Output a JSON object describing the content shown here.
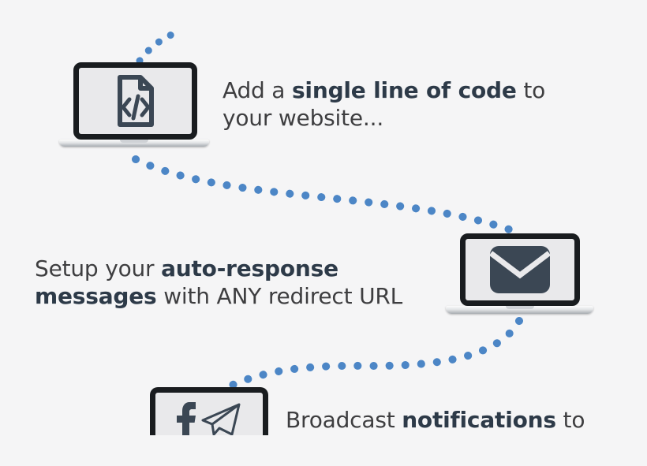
{
  "captions": {
    "step1": {
      "pre": "Add a ",
      "bold": "single line of code",
      "post": " to",
      "line2": "your website..."
    },
    "step2": {
      "pre": "Setup your ",
      "bold": "auto-response",
      "line2_bold": "messages",
      "line2_mid": " with ",
      "line2_caps": "ANY",
      "line2_post": " redirect URL"
    },
    "step3": {
      "pre": "Broadcast ",
      "bold": "notifications",
      "post": " to"
    }
  },
  "icons": {
    "step1": "code-file-icon",
    "step2": "envelope-icon",
    "step3_left": "facebook-icon",
    "step3_right": "telegram-send-icon"
  },
  "colors": {
    "background": "#f5f5f6",
    "dot_blue": "#4c86c6",
    "icon_slate": "#3b4754",
    "bold_text": "#2d3a48",
    "body_text": "#3e3e40",
    "laptop_frame": "#191c1f",
    "laptop_screen": "#e9e9eb"
  }
}
